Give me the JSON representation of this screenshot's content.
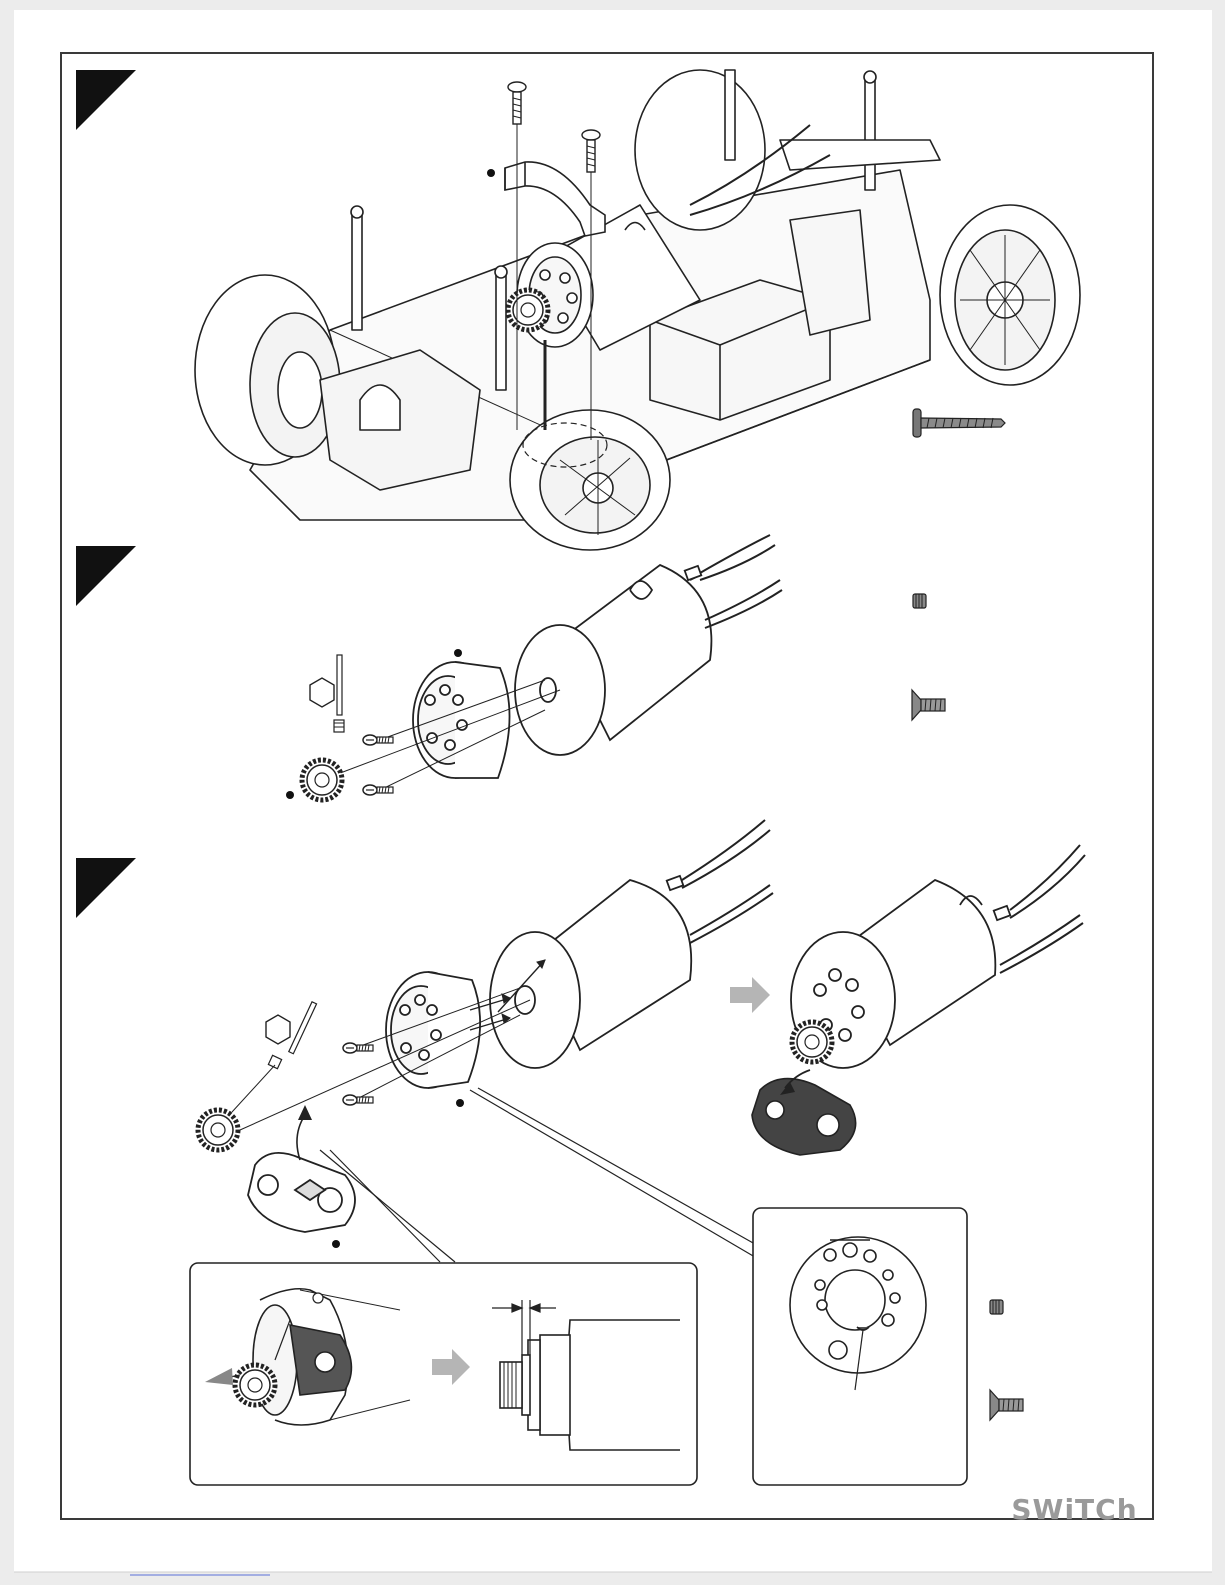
{
  "brand": {
    "logo_text": "SWiTCh"
  },
  "colors": {
    "background": "#ececec",
    "page": "#ffffff",
    "frame": "#3a3a3a",
    "line": "#222222",
    "part_fill": "#f6f6f6",
    "arrow_gray": "#b5b5b5",
    "logo": "#9a9a9a"
  },
  "steps": [
    {
      "id": "step-1-install-motor-to-chassis"
    },
    {
      "id": "step-2-attach-motor-mount-and-pinion"
    },
    {
      "id": "step-3-alternative-mount-with-pinion-gauge"
    }
  ],
  "icons": [
    "self-tapping-screw-icon",
    "set-screw-icon",
    "countersunk-screw-icon",
    "hex-wrench-icon",
    "pinion-gear-icon",
    "motor-icon",
    "motor-mount-icon",
    "motor-clamp-icon",
    "pinion-gauge-icon",
    "gray-arrow-icon"
  ]
}
